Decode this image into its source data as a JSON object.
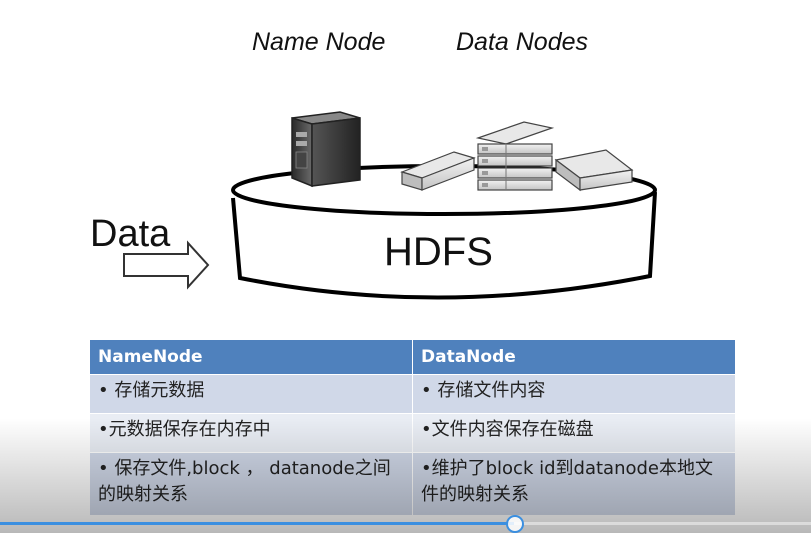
{
  "diagram": {
    "name_node_label": "Name Node",
    "data_nodes_label": "Data Nodes",
    "data_label": "Data",
    "hdfs_label": "HDFS"
  },
  "table": {
    "headers": [
      "NameNode",
      "DataNode"
    ],
    "rows": [
      [
        "• 存储元数据",
        "• 存储文件内容"
      ],
      [
        "•元数据保存在内存中",
        "•文件内容保存在磁盘"
      ],
      [
        "• 保存文件,block ， datanode之间的映射关系",
        "•维护了block id到datanode本地文件的映射关系"
      ]
    ]
  },
  "player": {
    "progress_fraction": 0.634,
    "accent_color": "#3b8fe0"
  }
}
